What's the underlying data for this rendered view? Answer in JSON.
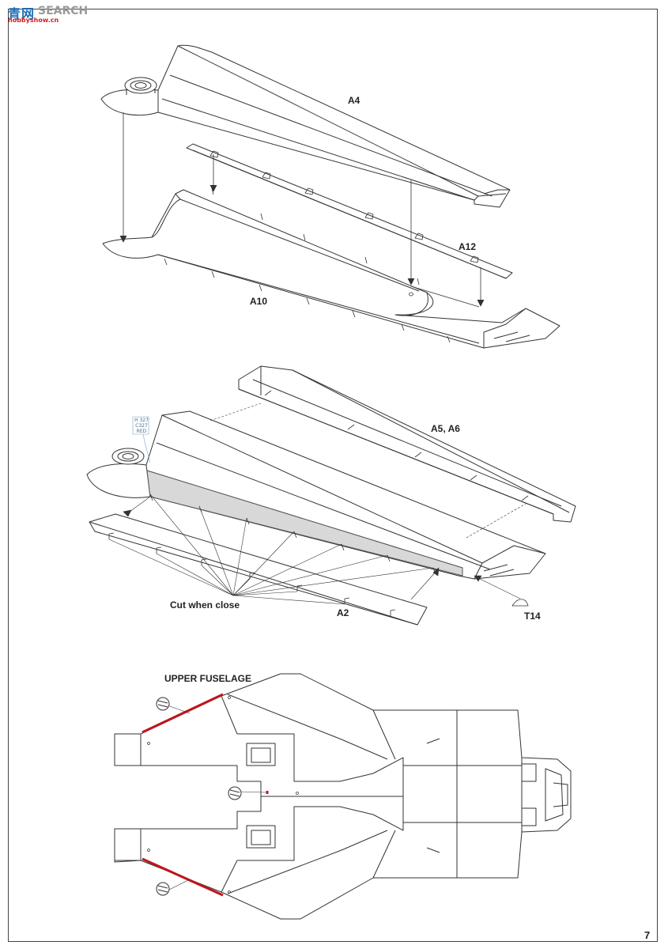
{
  "watermark": {
    "logo_text": "青网",
    "search_text": "SEARCH",
    "url_text": "hobbyshow.cn",
    "logo_color": "#1f6fb5",
    "url_color": "#d21f1f"
  },
  "step_one": {
    "part_top_wing": "A4",
    "part_rail": "A12",
    "part_lower_wing": "A10"
  },
  "step_two": {
    "part_upper_wing": "A5, A6",
    "part_flap": "A2",
    "part_small": "T14",
    "instruction": "Cut when close",
    "paint_callout": [
      "H 327",
      "C327",
      "RED"
    ]
  },
  "step_three": {
    "section_title": "UPPER FUSELAGE",
    "highlight_color": "#c0141c"
  },
  "page_number": "7"
}
